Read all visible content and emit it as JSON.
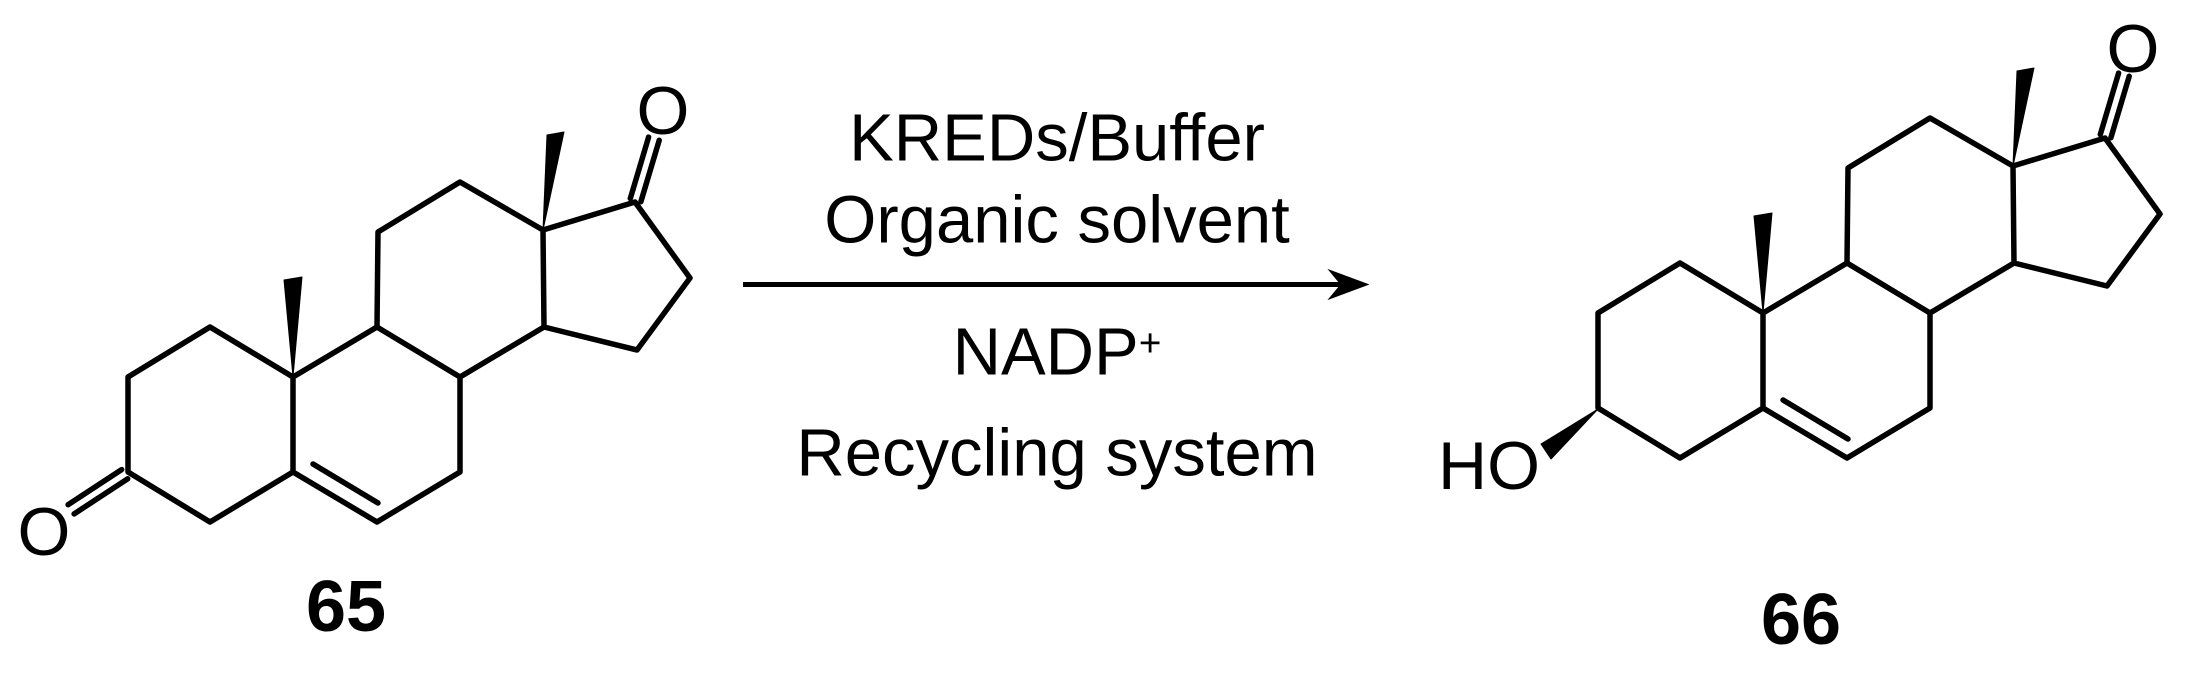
{
  "figure": {
    "type": "chemical-reaction-scheme",
    "background_color": "#ffffff",
    "ink_color": "#000000"
  },
  "reaction": {
    "conditions_above": [
      "KREDs/Buffer",
      "Organic solvent"
    ],
    "conditions_below": [
      {
        "text": "NADP",
        "superscript": "+"
      },
      {
        "text": "Recycling system"
      }
    ],
    "arrow_direction": "left-to-right"
  },
  "reactant": {
    "id": "65",
    "atom_labels": {
      "c3_ketone_oxygen": "O",
      "c17_ketone_oxygen": "O"
    },
    "features": [
      "steroid skeleton",
      "C3 ketone",
      "C5-C6 double bond",
      "C17 ketone",
      "two beta-methyl wedges"
    ]
  },
  "product": {
    "id": "66",
    "atom_labels": {
      "c3_hydroxyl": "HO",
      "c17_ketone_oxygen": "O"
    },
    "features": [
      "steroid skeleton",
      "3beta-hydroxy wedge",
      "C5-C6 double bond",
      "C17 ketone",
      "two beta-methyl wedges"
    ]
  }
}
